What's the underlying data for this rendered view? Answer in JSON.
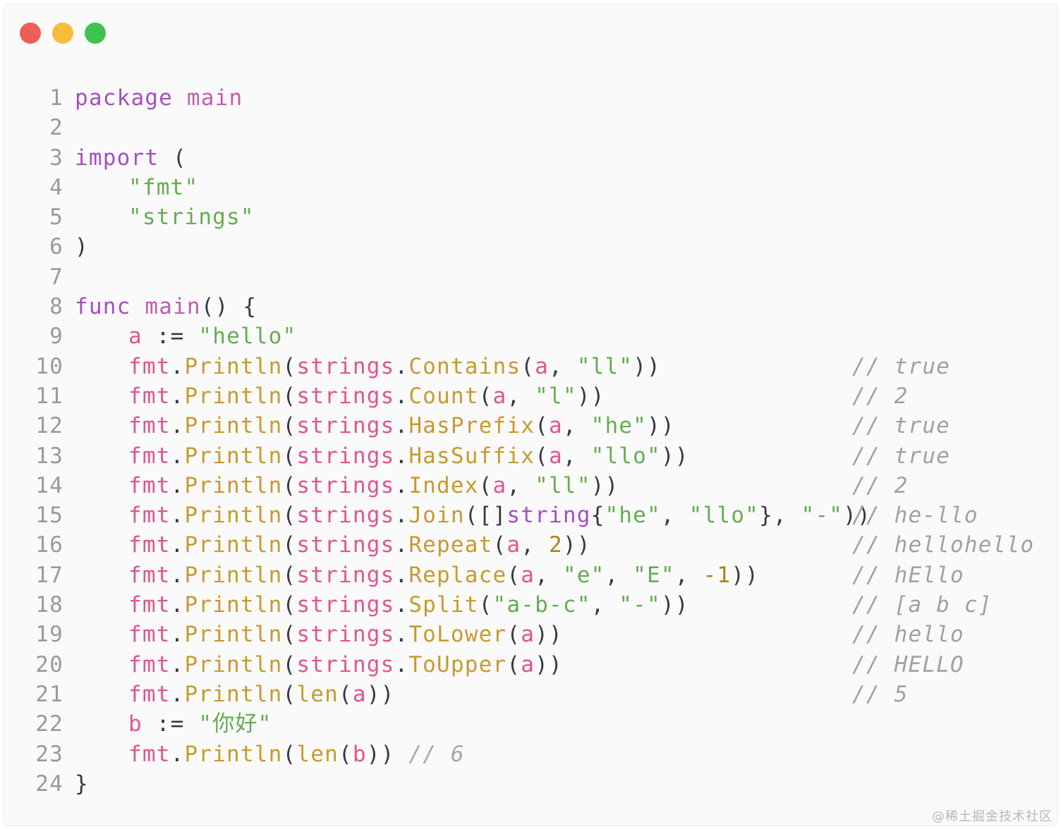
{
  "window": {
    "traffic_lights": [
      {
        "name": "close",
        "color": "#ec5f57"
      },
      {
        "name": "minimize",
        "color": "#f6bd3b"
      },
      {
        "name": "zoom",
        "color": "#3fc34f"
      }
    ]
  },
  "code": {
    "lines": [
      {
        "n": "1",
        "tokens": [
          {
            "t": "package",
            "c": "keyword"
          },
          {
            "t": " ",
            "c": "default"
          },
          {
            "t": "main",
            "c": "pkg"
          }
        ]
      },
      {
        "n": "2",
        "tokens": []
      },
      {
        "n": "3",
        "tokens": [
          {
            "t": "import",
            "c": "keyword"
          },
          {
            "t": " (",
            "c": "punct"
          }
        ]
      },
      {
        "n": "4",
        "indent": true,
        "tokens": [
          {
            "t": "\"fmt\"",
            "c": "string"
          }
        ]
      },
      {
        "n": "5",
        "indent": true,
        "tokens": [
          {
            "t": "\"strings\"",
            "c": "string"
          }
        ]
      },
      {
        "n": "6",
        "tokens": [
          {
            "t": ")",
            "c": "punct"
          }
        ]
      },
      {
        "n": "7",
        "tokens": []
      },
      {
        "n": "8",
        "tokens": [
          {
            "t": "func",
            "c": "keyword"
          },
          {
            "t": " ",
            "c": "default"
          },
          {
            "t": "main",
            "c": "pkg"
          },
          {
            "t": "() {",
            "c": "punct"
          }
        ]
      },
      {
        "n": "9",
        "indent": true,
        "tokens": [
          {
            "t": "a",
            "c": "func"
          },
          {
            "t": " := ",
            "c": "punct"
          },
          {
            "t": "\"hello\"",
            "c": "string"
          }
        ]
      },
      {
        "n": "10",
        "indent": true,
        "tokens": [
          {
            "t": "fmt",
            "c": "func"
          },
          {
            "t": ".",
            "c": "punct"
          },
          {
            "t": "Println",
            "c": "method"
          },
          {
            "t": "(",
            "c": "punct"
          },
          {
            "t": "strings",
            "c": "func"
          },
          {
            "t": ".",
            "c": "punct"
          },
          {
            "t": "Contains",
            "c": "method"
          },
          {
            "t": "(",
            "c": "punct"
          },
          {
            "t": "a",
            "c": "func"
          },
          {
            "t": ", ",
            "c": "punct"
          },
          {
            "t": "\"ll\"",
            "c": "string"
          },
          {
            "t": "))",
            "c": "punct"
          }
        ],
        "comment": "// true"
      },
      {
        "n": "11",
        "indent": true,
        "tokens": [
          {
            "t": "fmt",
            "c": "func"
          },
          {
            "t": ".",
            "c": "punct"
          },
          {
            "t": "Println",
            "c": "method"
          },
          {
            "t": "(",
            "c": "punct"
          },
          {
            "t": "strings",
            "c": "func"
          },
          {
            "t": ".",
            "c": "punct"
          },
          {
            "t": "Count",
            "c": "method"
          },
          {
            "t": "(",
            "c": "punct"
          },
          {
            "t": "a",
            "c": "func"
          },
          {
            "t": ", ",
            "c": "punct"
          },
          {
            "t": "\"l\"",
            "c": "string"
          },
          {
            "t": "))",
            "c": "punct"
          }
        ],
        "comment": "// 2"
      },
      {
        "n": "12",
        "indent": true,
        "tokens": [
          {
            "t": "fmt",
            "c": "func"
          },
          {
            "t": ".",
            "c": "punct"
          },
          {
            "t": "Println",
            "c": "method"
          },
          {
            "t": "(",
            "c": "punct"
          },
          {
            "t": "strings",
            "c": "func"
          },
          {
            "t": ".",
            "c": "punct"
          },
          {
            "t": "HasPrefix",
            "c": "method"
          },
          {
            "t": "(",
            "c": "punct"
          },
          {
            "t": "a",
            "c": "func"
          },
          {
            "t": ", ",
            "c": "punct"
          },
          {
            "t": "\"he\"",
            "c": "string"
          },
          {
            "t": "))",
            "c": "punct"
          }
        ],
        "comment": "// true"
      },
      {
        "n": "13",
        "indent": true,
        "tokens": [
          {
            "t": "fmt",
            "c": "func"
          },
          {
            "t": ".",
            "c": "punct"
          },
          {
            "t": "Println",
            "c": "method"
          },
          {
            "t": "(",
            "c": "punct"
          },
          {
            "t": "strings",
            "c": "func"
          },
          {
            "t": ".",
            "c": "punct"
          },
          {
            "t": "HasSuffix",
            "c": "method"
          },
          {
            "t": "(",
            "c": "punct"
          },
          {
            "t": "a",
            "c": "func"
          },
          {
            "t": ", ",
            "c": "punct"
          },
          {
            "t": "\"llo\"",
            "c": "string"
          },
          {
            "t": "))",
            "c": "punct"
          }
        ],
        "comment": "// true"
      },
      {
        "n": "14",
        "indent": true,
        "tokens": [
          {
            "t": "fmt",
            "c": "func"
          },
          {
            "t": ".",
            "c": "punct"
          },
          {
            "t": "Println",
            "c": "method"
          },
          {
            "t": "(",
            "c": "punct"
          },
          {
            "t": "strings",
            "c": "func"
          },
          {
            "t": ".",
            "c": "punct"
          },
          {
            "t": "Index",
            "c": "method"
          },
          {
            "t": "(",
            "c": "punct"
          },
          {
            "t": "a",
            "c": "func"
          },
          {
            "t": ", ",
            "c": "punct"
          },
          {
            "t": "\"ll\"",
            "c": "string"
          },
          {
            "t": "))",
            "c": "punct"
          }
        ],
        "comment": "// 2"
      },
      {
        "n": "15",
        "indent": true,
        "tokens": [
          {
            "t": "fmt",
            "c": "func"
          },
          {
            "t": ".",
            "c": "punct"
          },
          {
            "t": "Println",
            "c": "method"
          },
          {
            "t": "(",
            "c": "punct"
          },
          {
            "t": "strings",
            "c": "func"
          },
          {
            "t": ".",
            "c": "punct"
          },
          {
            "t": "Join",
            "c": "method"
          },
          {
            "t": "([]",
            "c": "punct"
          },
          {
            "t": "string",
            "c": "builtin"
          },
          {
            "t": "{",
            "c": "punct"
          },
          {
            "t": "\"he\"",
            "c": "string"
          },
          {
            "t": ", ",
            "c": "punct"
          },
          {
            "t": "\"llo\"",
            "c": "string"
          },
          {
            "t": "}, ",
            "c": "punct"
          },
          {
            "t": "\"-\"",
            "c": "string"
          },
          {
            "t": "))",
            "c": "punct"
          }
        ],
        "comment": "// he-llo"
      },
      {
        "n": "16",
        "indent": true,
        "tokens": [
          {
            "t": "fmt",
            "c": "func"
          },
          {
            "t": ".",
            "c": "punct"
          },
          {
            "t": "Println",
            "c": "method"
          },
          {
            "t": "(",
            "c": "punct"
          },
          {
            "t": "strings",
            "c": "func"
          },
          {
            "t": ".",
            "c": "punct"
          },
          {
            "t": "Repeat",
            "c": "method"
          },
          {
            "t": "(",
            "c": "punct"
          },
          {
            "t": "a",
            "c": "func"
          },
          {
            "t": ", ",
            "c": "punct"
          },
          {
            "t": "2",
            "c": "number"
          },
          {
            "t": "))",
            "c": "punct"
          }
        ],
        "comment": "// hellohello"
      },
      {
        "n": "17",
        "indent": true,
        "tokens": [
          {
            "t": "fmt",
            "c": "func"
          },
          {
            "t": ".",
            "c": "punct"
          },
          {
            "t": "Println",
            "c": "method"
          },
          {
            "t": "(",
            "c": "punct"
          },
          {
            "t": "strings",
            "c": "func"
          },
          {
            "t": ".",
            "c": "punct"
          },
          {
            "t": "Replace",
            "c": "method"
          },
          {
            "t": "(",
            "c": "punct"
          },
          {
            "t": "a",
            "c": "func"
          },
          {
            "t": ", ",
            "c": "punct"
          },
          {
            "t": "\"e\"",
            "c": "string"
          },
          {
            "t": ", ",
            "c": "punct"
          },
          {
            "t": "\"E\"",
            "c": "string"
          },
          {
            "t": ", ",
            "c": "punct"
          },
          {
            "t": "-1",
            "c": "number"
          },
          {
            "t": "))",
            "c": "punct"
          }
        ],
        "comment": "// hEllo"
      },
      {
        "n": "18",
        "indent": true,
        "tokens": [
          {
            "t": "fmt",
            "c": "func"
          },
          {
            "t": ".",
            "c": "punct"
          },
          {
            "t": "Println",
            "c": "method"
          },
          {
            "t": "(",
            "c": "punct"
          },
          {
            "t": "strings",
            "c": "func"
          },
          {
            "t": ".",
            "c": "punct"
          },
          {
            "t": "Split",
            "c": "method"
          },
          {
            "t": "(",
            "c": "punct"
          },
          {
            "t": "\"a-b-c\"",
            "c": "string"
          },
          {
            "t": ", ",
            "c": "punct"
          },
          {
            "t": "\"-\"",
            "c": "string"
          },
          {
            "t": "))",
            "c": "punct"
          }
        ],
        "comment": "// [a b c]"
      },
      {
        "n": "19",
        "indent": true,
        "tokens": [
          {
            "t": "fmt",
            "c": "func"
          },
          {
            "t": ".",
            "c": "punct"
          },
          {
            "t": "Println",
            "c": "method"
          },
          {
            "t": "(",
            "c": "punct"
          },
          {
            "t": "strings",
            "c": "func"
          },
          {
            "t": ".",
            "c": "punct"
          },
          {
            "t": "ToLower",
            "c": "method"
          },
          {
            "t": "(",
            "c": "punct"
          },
          {
            "t": "a",
            "c": "func"
          },
          {
            "t": "))",
            "c": "punct"
          }
        ],
        "comment": "// hello"
      },
      {
        "n": "20",
        "indent": true,
        "tokens": [
          {
            "t": "fmt",
            "c": "func"
          },
          {
            "t": ".",
            "c": "punct"
          },
          {
            "t": "Println",
            "c": "method"
          },
          {
            "t": "(",
            "c": "punct"
          },
          {
            "t": "strings",
            "c": "func"
          },
          {
            "t": ".",
            "c": "punct"
          },
          {
            "t": "ToUpper",
            "c": "method"
          },
          {
            "t": "(",
            "c": "punct"
          },
          {
            "t": "a",
            "c": "func"
          },
          {
            "t": "))",
            "c": "punct"
          }
        ],
        "comment": "// HELLO"
      },
      {
        "n": "21",
        "indent": true,
        "tokens": [
          {
            "t": "fmt",
            "c": "func"
          },
          {
            "t": ".",
            "c": "punct"
          },
          {
            "t": "Println",
            "c": "method"
          },
          {
            "t": "(",
            "c": "punct"
          },
          {
            "t": "len",
            "c": "method"
          },
          {
            "t": "(",
            "c": "punct"
          },
          {
            "t": "a",
            "c": "func"
          },
          {
            "t": "))",
            "c": "punct"
          }
        ],
        "comment": "// 5"
      },
      {
        "n": "22",
        "indent": true,
        "tokens": [
          {
            "t": "b",
            "c": "func"
          },
          {
            "t": " := ",
            "c": "punct"
          },
          {
            "t": "\"你好\"",
            "c": "string"
          }
        ]
      },
      {
        "n": "23",
        "indent": true,
        "tokens": [
          {
            "t": "fmt",
            "c": "func"
          },
          {
            "t": ".",
            "c": "punct"
          },
          {
            "t": "Println",
            "c": "method"
          },
          {
            "t": "(",
            "c": "punct"
          },
          {
            "t": "len",
            "c": "method"
          },
          {
            "t": "(",
            "c": "punct"
          },
          {
            "t": "b",
            "c": "func"
          },
          {
            "t": "))",
            "c": "punct"
          },
          {
            "t": " ",
            "c": "default"
          },
          {
            "t": "// 6",
            "c": "comment"
          }
        ]
      },
      {
        "n": "24",
        "tokens": [
          {
            "t": "}",
            "c": "punct"
          }
        ]
      }
    ]
  },
  "colors": {
    "fmt_strings_ident": "#e0558e",
    "method": "#b88a2a"
  },
  "watermark": "@稀土掘金技术社区"
}
